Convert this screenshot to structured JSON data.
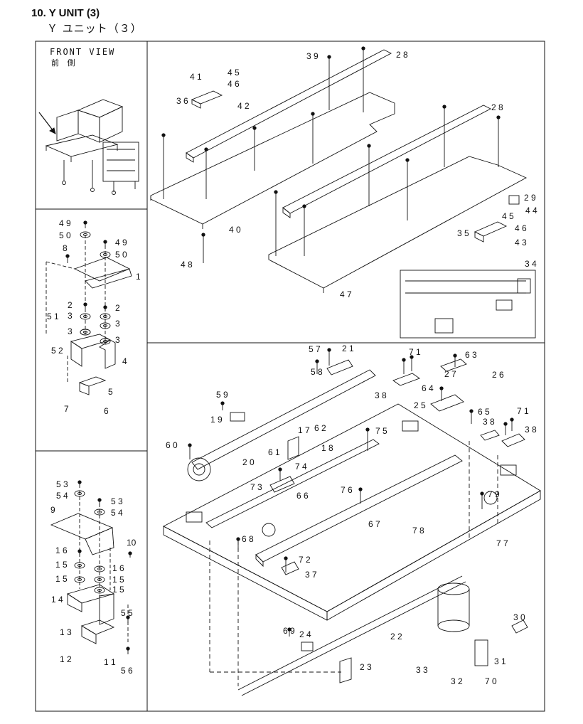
{
  "title": {
    "english": "10. Y UNIT (3)",
    "japanese": "Ｙ ユニット（３）"
  },
  "front_view": {
    "label_en": "FRONT VIEW",
    "label_jp": "前 側"
  },
  "part_numbers": {
    "p1": "1",
    "p2": "2",
    "p3": "3",
    "p4": "4",
    "p5": "5",
    "p6": "6",
    "p7": "7",
    "p8": "8",
    "p9": "9",
    "p10": "10",
    "p11": "1 1",
    "p12": "1 2",
    "p13": "1 3",
    "p14": "1 4",
    "p15": "1 5",
    "p16": "1 6",
    "p17": "1 7",
    "p18": "1 8",
    "p19": "1 9",
    "p20": "2 0",
    "p21": "2 1",
    "p22": "2 2",
    "p23": "2 3",
    "p24": "2 4",
    "p25": "2 5",
    "p26": "2 6",
    "p27": "2 7",
    "p28": "2 8",
    "p29": "2 9",
    "p30": "3 0",
    "p31": "3 1",
    "p32": "3 2",
    "p33": "3 3",
    "p34": "3 4",
    "p35": "3 5",
    "p36": "3 6",
    "p37": "3 7",
    "p38": "3 8",
    "p39": "3 9",
    "p40": "4 0",
    "p41": "4 1",
    "p42": "4 2",
    "p43": "4 3",
    "p44": "4 4",
    "p45": "4 5",
    "p46": "4 6",
    "p47": "4 7",
    "p48": "4 8",
    "p49": "4 9",
    "p50": "5 0",
    "p51": "5 1",
    "p52": "5 2",
    "p53": "5 3",
    "p54": "5 4",
    "p55": "5 5",
    "p56": "5 6",
    "p57": "5 7",
    "p58": "5 8",
    "p59": "5 9",
    "p60": "6 0",
    "p61": "6 1",
    "p62": "6 2",
    "p63": "6 3",
    "p64": "6 4",
    "p65": "6 5",
    "p66": "6 6",
    "p67": "6 7",
    "p68": "6 8",
    "p69": "6 9",
    "p70": "7 0",
    "p71": "7 1",
    "p72": "7 2",
    "p73": "7 3",
    "p74": "7 4",
    "p75": "7 5",
    "p76": "7 6",
    "p77": "7 7",
    "p78": "7 8",
    "p79": "7 9"
  }
}
